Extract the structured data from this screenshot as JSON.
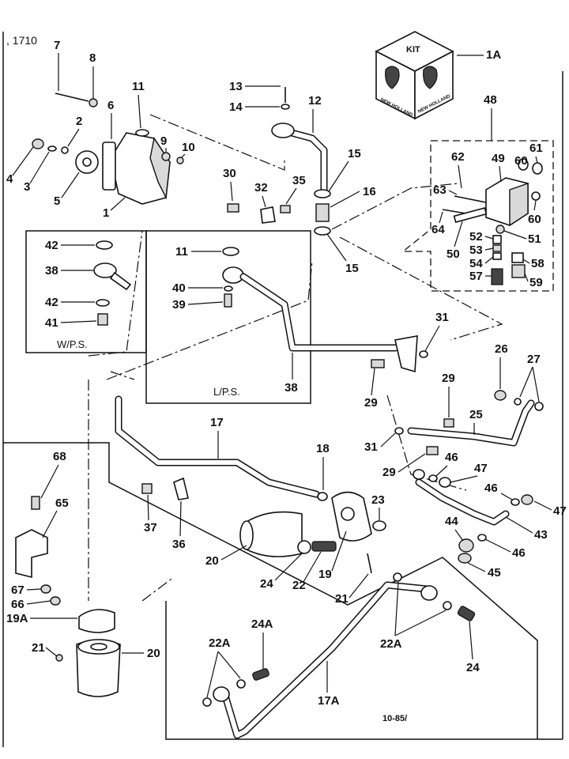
{
  "header": {
    "page_ref": ", 1710"
  },
  "footer": {
    "ref_code": "10-85/"
  },
  "kit": {
    "top_label": "KIT",
    "brand_text": "NEW HOLLAND"
  },
  "boxes": {
    "wps_label": "W/P.S.",
    "lps_label": "L/P.S."
  },
  "callouts": [
    "1A",
    "7",
    "8",
    "11",
    "6",
    "2",
    "9",
    "10",
    "4",
    "3",
    "5",
    "1",
    "13",
    "14",
    "12",
    "15",
    "16",
    "15",
    "30",
    "32",
    "35",
    "48",
    "62",
    "49",
    "60",
    "61",
    "63",
    "60",
    "64",
    "52",
    "53",
    "54",
    "50",
    "51",
    "58",
    "57",
    "59",
    "42",
    "38",
    "42",
    "41",
    "11",
    "40",
    "39",
    "38",
    "31",
    "26",
    "27",
    "29",
    "29",
    "25",
    "31",
    "29",
    "46",
    "47",
    "46",
    "47",
    "43",
    "44",
    "46",
    "45",
    "17",
    "18",
    "23",
    "37",
    "36",
    "20",
    "24",
    "22",
    "19",
    "21",
    "68",
    "65",
    "67",
    "66",
    "19A",
    "21",
    "20",
    "24A",
    "22A",
    "17A",
    "22A",
    "24"
  ]
}
